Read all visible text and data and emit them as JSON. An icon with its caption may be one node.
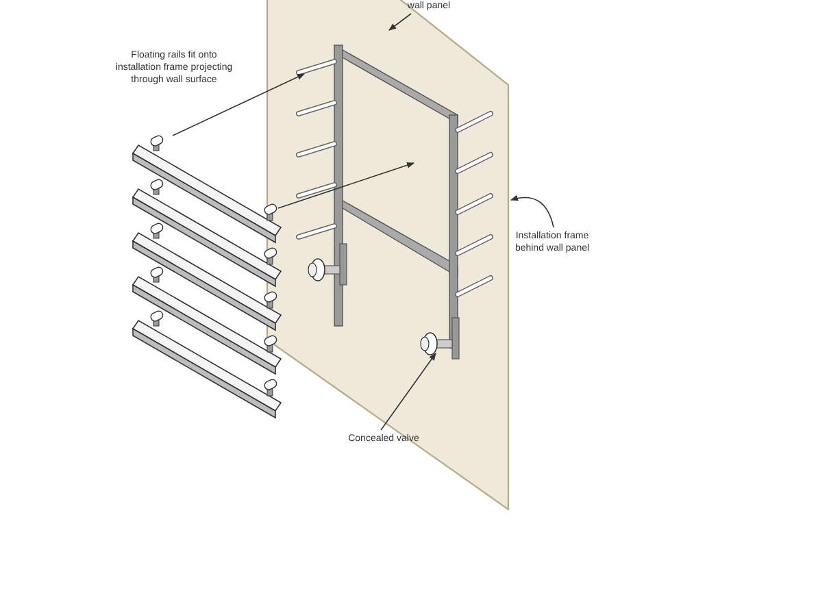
{
  "diagram": {
    "nodes": [
      {
        "text": [
          "Floating rails fit onto installation frame projecting through wall surface"
        ]
      },
      {
        "text": [
          "wall panel"
        ]
      },
      {
        "text": [
          "Installation frame behind wall panel"
        ]
      },
      {
        "text": [
          "Concealed valve"
        ]
      },
      {
        "text": [],
        "shape": "picture"
      },
      {
        "text": [],
        "shape": "picture",
        "in": 4
      },
      {
        "text": [],
        "shape": "bar"
      },
      {
        "text": [],
        "shape": "bar"
      },
      {
        "text": [],
        "shape": "bar"
      },
      {
        "text": [],
        "shape": "bar"
      },
      {
        "text": [],
        "shape": "bar"
      },
      {
        "text": [],
        "shape": "picture",
        "in": 4
      },
      {
        "text": [],
        "shape": "picture",
        "in": 5
      }
    ],
    "edges": [
      {
        "from": 6,
        "to": 5,
        "arrow": "to"
      },
      {
        "from": 6,
        "to": 5,
        "arrow": "to"
      },
      {
        "from": 1,
        "to": 4,
        "arrow": "to"
      },
      {
        "from": 2,
        "to": 5,
        "arrow": "to"
      },
      {
        "from": 3,
        "to": 11,
        "arrow": "to"
      }
    ]
  }
}
